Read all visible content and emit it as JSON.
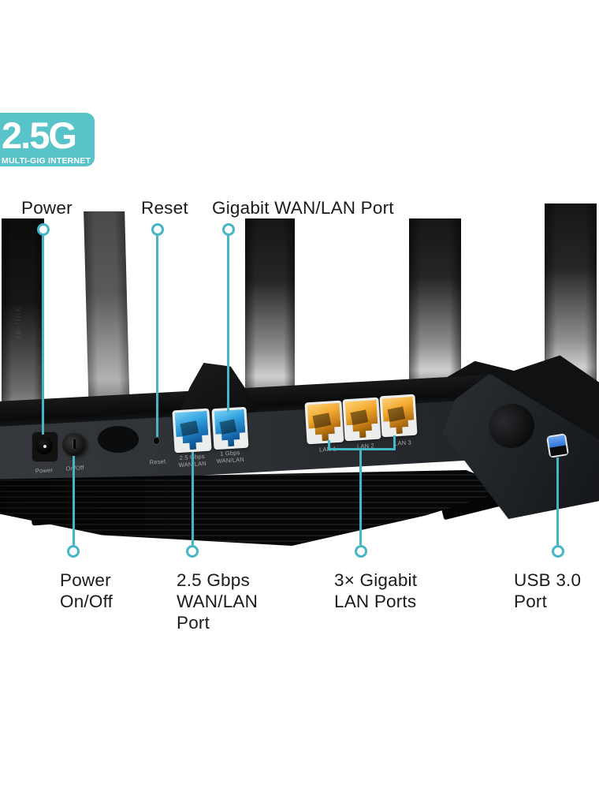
{
  "badge": {
    "headline": "2.5G",
    "subline": "MULTI-GIG INTERNET"
  },
  "colors": {
    "teal_accent": "#47b6c4",
    "badge_bg": "#58c3c9",
    "label_text": "#1b1b1d",
    "port_blue": "#2f9fe0",
    "port_amber": "#f2a82d",
    "usb_blue": "#2f74d8"
  },
  "top_callouts": [
    {
      "id": "power",
      "label": "Power"
    },
    {
      "id": "reset",
      "label": "Reset"
    },
    {
      "id": "gigabit-wan-lan",
      "label": "Gigabit WAN/LAN Port"
    }
  ],
  "bottom_callouts": [
    {
      "id": "power-onoff",
      "label": "Power\nOn/Off"
    },
    {
      "id": "wan-25g",
      "label": "2.5 Gbps\nWAN/LAN\nPort"
    },
    {
      "id": "lan-gigabit",
      "label": "3× Gigabit\nLAN Ports"
    },
    {
      "id": "usb-30",
      "label": "USB 3.0\nPort"
    }
  ],
  "device_labels": {
    "brand": "tp-link",
    "power": "Power",
    "onoff": "On/Off",
    "reset": "Reset",
    "wan25": "2.5 Gbps\nWAN/LAN",
    "wan1": "1 Gbps\nWAN/LAN",
    "lan1": "LAN 1",
    "lan2": "LAN 2",
    "lan3": "LAN 3"
  }
}
